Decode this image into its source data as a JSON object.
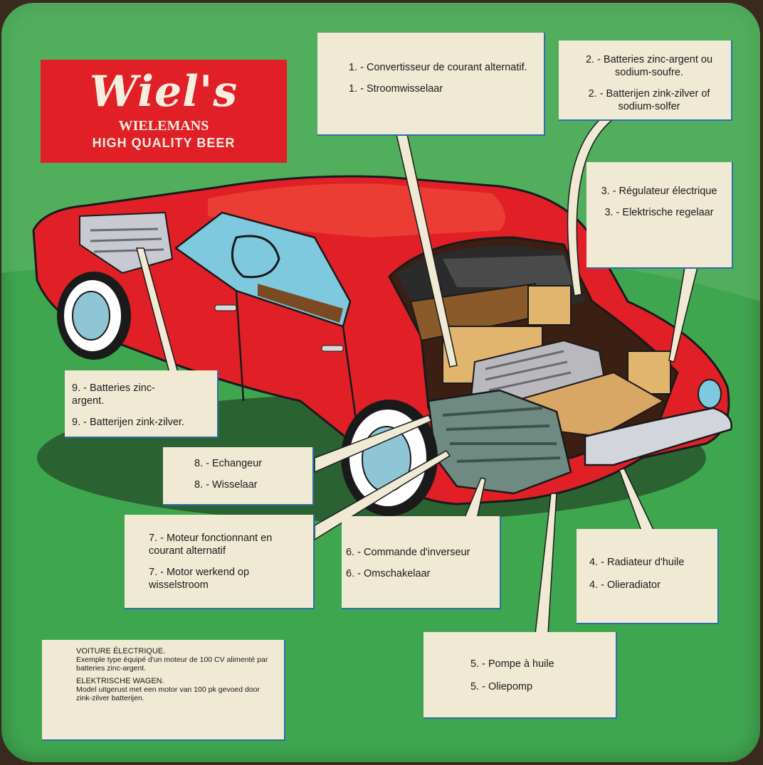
{
  "logo": {
    "brand": "Wiel's",
    "maker": "WIELEMANS",
    "tagline": "HIGH QUALITY BEER"
  },
  "callouts": {
    "c1": {
      "fr": "1. - Convertisseur de courant alternatif.",
      "nl": "1. - Stroomwisselaar"
    },
    "c2": {
      "fr": "2. - Batteries zinc-argent ou sodium-soufre.",
      "nl": "2. - Batterijen zink-zilver of sodium-solfer"
    },
    "c3": {
      "fr": "3. - Régulateur électrique",
      "nl": "3. - Elektrische regelaar"
    },
    "c4": {
      "fr": "4. - Radiateur d'huile",
      "nl": "4. - Olieradiator"
    },
    "c5": {
      "fr": "5. - Pompe à huile",
      "nl": "5. - Oliepomp"
    },
    "c6": {
      "fr": "6. - Commande d'inverseur",
      "nl": "6. - Omschakelaar"
    },
    "c7": {
      "fr": "7. - Moteur fonctionnant en courant alternatif",
      "nl": "7. - Motor werkend op wisselstroom"
    },
    "c8": {
      "fr": "8. - Echangeur",
      "nl": "8. - Wisselaar"
    },
    "c9": {
      "fr": "9. - Batteries zinc-argent.",
      "nl": "9. - Batterijen zink-zilver."
    }
  },
  "note": {
    "fr_title": "VOITURE ÉLECTRIQUE.",
    "fr_body": "Exemple type équipé d'un moteur de 100 CV alimenté par batteries zinc-argent.",
    "nl_title": "ELEKTRISCHE WAGEN.",
    "nl_body": "Model uitgerust met een motor van 100 pk gevoed door zink-zilver batterijen."
  },
  "colors": {
    "background": "#3fa650",
    "car": "#e01f26",
    "label_box": "#f0e9d4",
    "label_border": "#2e6fa8"
  }
}
